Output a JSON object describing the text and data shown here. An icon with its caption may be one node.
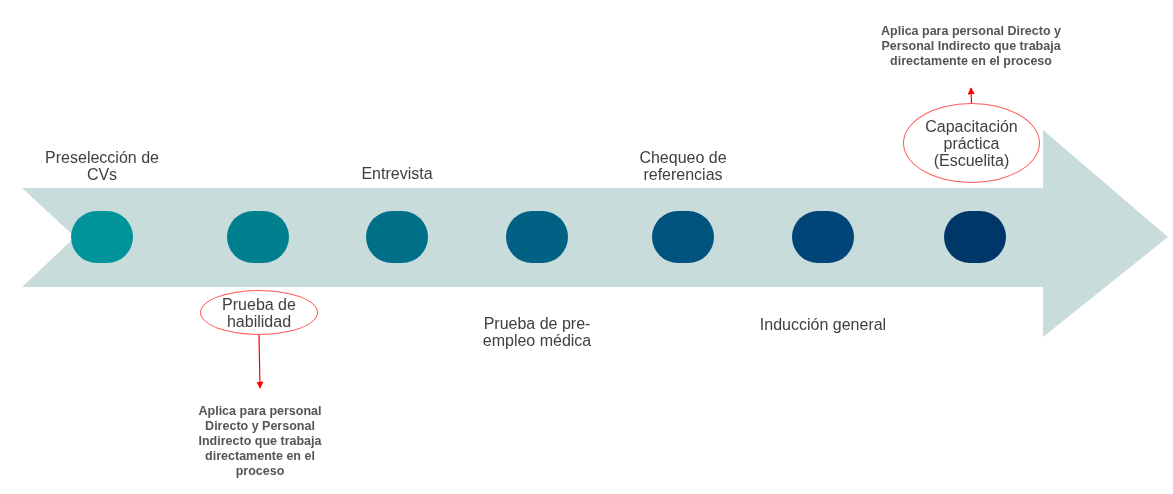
{
  "diagram": {
    "nodes": [
      {
        "text": [],
        "shape": "circle",
        "beside": [
          "Preselección de CVs"
        ]
      },
      {
        "text": [],
        "shape": "circle"
      },
      {
        "text": [],
        "shape": "circle",
        "beside": [
          "Entrevista"
        ]
      },
      {
        "text": [],
        "shape": "circle",
        "beside": [
          "Prueba de pre-empleo médica"
        ]
      },
      {
        "text": [],
        "shape": "circle",
        "beside": [
          "Chequeo de referencias"
        ]
      },
      {
        "text": [],
        "shape": "circle",
        "beside": [
          "Inducción general"
        ]
      },
      {
        "text": [],
        "shape": "circle"
      },
      {
        "text": [
          "Prueba de habilidad"
        ]
      },
      {
        "text": [
          "Aplica para personal Directo y Personal Indirecto que trabaja directamente en el proceso"
        ]
      },
      {
        "text": [
          "Capacitación práctica (Escuelita)"
        ]
      },
      {
        "text": [
          "Aplica para personal Directo y Personal Indirecto que trabaja directamente en el proceso"
        ]
      }
    ],
    "edges": [
      {
        "from": 7,
        "to": 8,
        "arrow": "to"
      },
      {
        "from": 9,
        "to": 10,
        "arrow": "to"
      }
    ]
  }
}
